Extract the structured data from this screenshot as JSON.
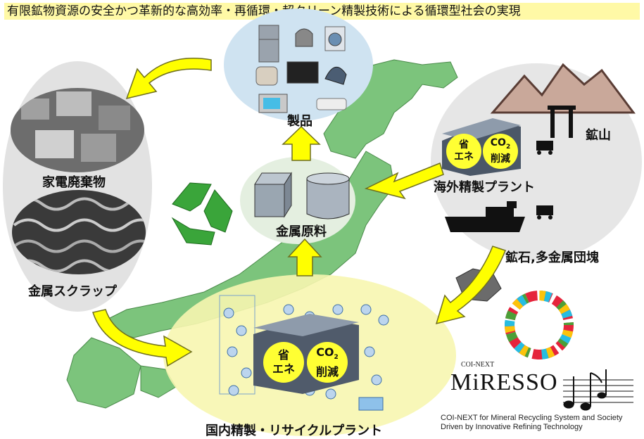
{
  "title": "有限鉱物資源の安全かつ革新的な高効率・再循環・超クリーン精製技術による循環型社会の実現",
  "labels": {
    "products": "製品",
    "appliance_waste": "家電廃棄物",
    "metal_scrap": "金属スクラップ",
    "metal_material": "金属原料",
    "overseas_plant": "海外精製プラント",
    "mine": "鉱山",
    "ore": "鉱石,多金属団塊",
    "domestic_plant": "国内精製・リサイクルプラント"
  },
  "badges": {
    "energy_top": "省",
    "energy_bottom": "エネ",
    "co2_top": "CO",
    "co2_sub": "2",
    "co2_bottom": "削減"
  },
  "logo": {
    "top": "COI-NEXT",
    "main": "MiRESSO",
    "line1": "COI-NEXT for Mineral Recycling System and Society",
    "line2": "Driven by Innovative Refining Technology"
  },
  "colors": {
    "arrow": "#ffff00",
    "arrow_outline": "#7a7a20",
    "map_green": "#79c27a",
    "recycle_green": "#3aa53a"
  }
}
